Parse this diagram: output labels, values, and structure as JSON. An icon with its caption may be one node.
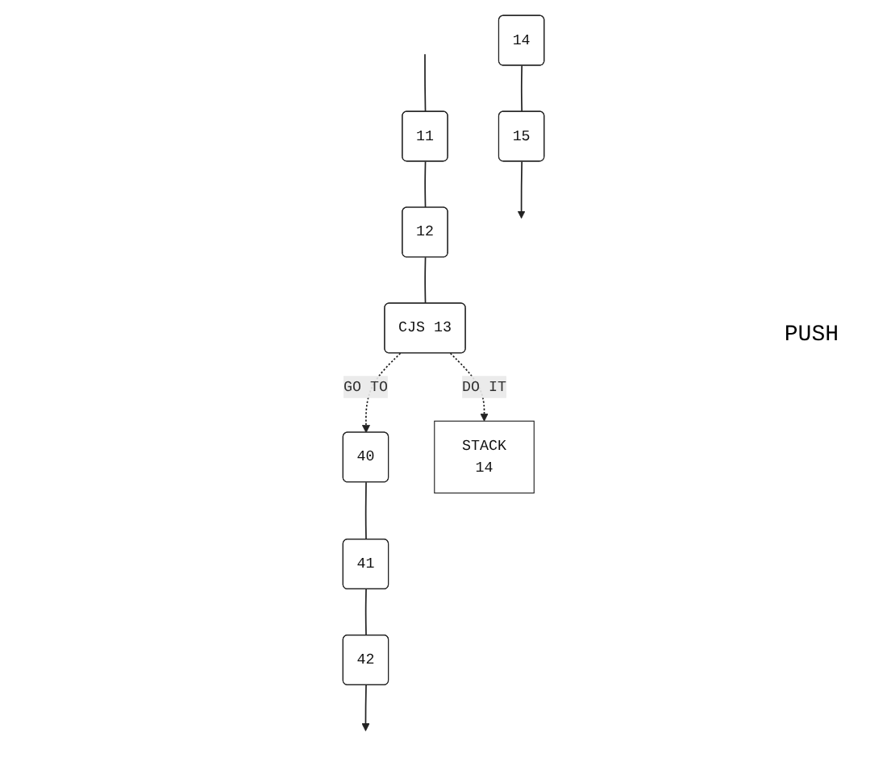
{
  "diagram": {
    "nodes": [
      {
        "text": [
          "11"
        ]
      },
      {
        "text": [
          "12"
        ]
      },
      {
        "text": [
          "CJS 13"
        ]
      },
      {
        "text": [
          "14"
        ]
      },
      {
        "text": [
          "15"
        ]
      },
      {
        "text": [
          "40"
        ]
      },
      {
        "text": [
          "41"
        ]
      },
      {
        "text": [
          "42"
        ]
      },
      {
        "text": [
          "STACK",
          "14"
        ]
      }
    ],
    "labels": [
      "PUSH"
    ],
    "edges": [
      {
        "from": null,
        "to": 0,
        "arrow": "none"
      },
      {
        "from": 0,
        "to": 1,
        "arrow": "none"
      },
      {
        "from": 1,
        "to": 2,
        "arrow": "none"
      },
      {
        "from": 2,
        "to": 8,
        "arrow": "to",
        "label": "DO IT",
        "style": "dashed"
      },
      {
        "from": 2,
        "to": 5,
        "arrow": "to",
        "label": "GO TO",
        "style": "dashed"
      },
      {
        "from": 3,
        "to": 4,
        "arrow": "none"
      },
      {
        "from": 4,
        "to": null,
        "arrow": "to"
      },
      {
        "from": 5,
        "to": 6,
        "arrow": "none"
      },
      {
        "from": 6,
        "to": 7,
        "arrow": "none"
      },
      {
        "from": 7,
        "to": null,
        "arrow": "to"
      }
    ]
  }
}
